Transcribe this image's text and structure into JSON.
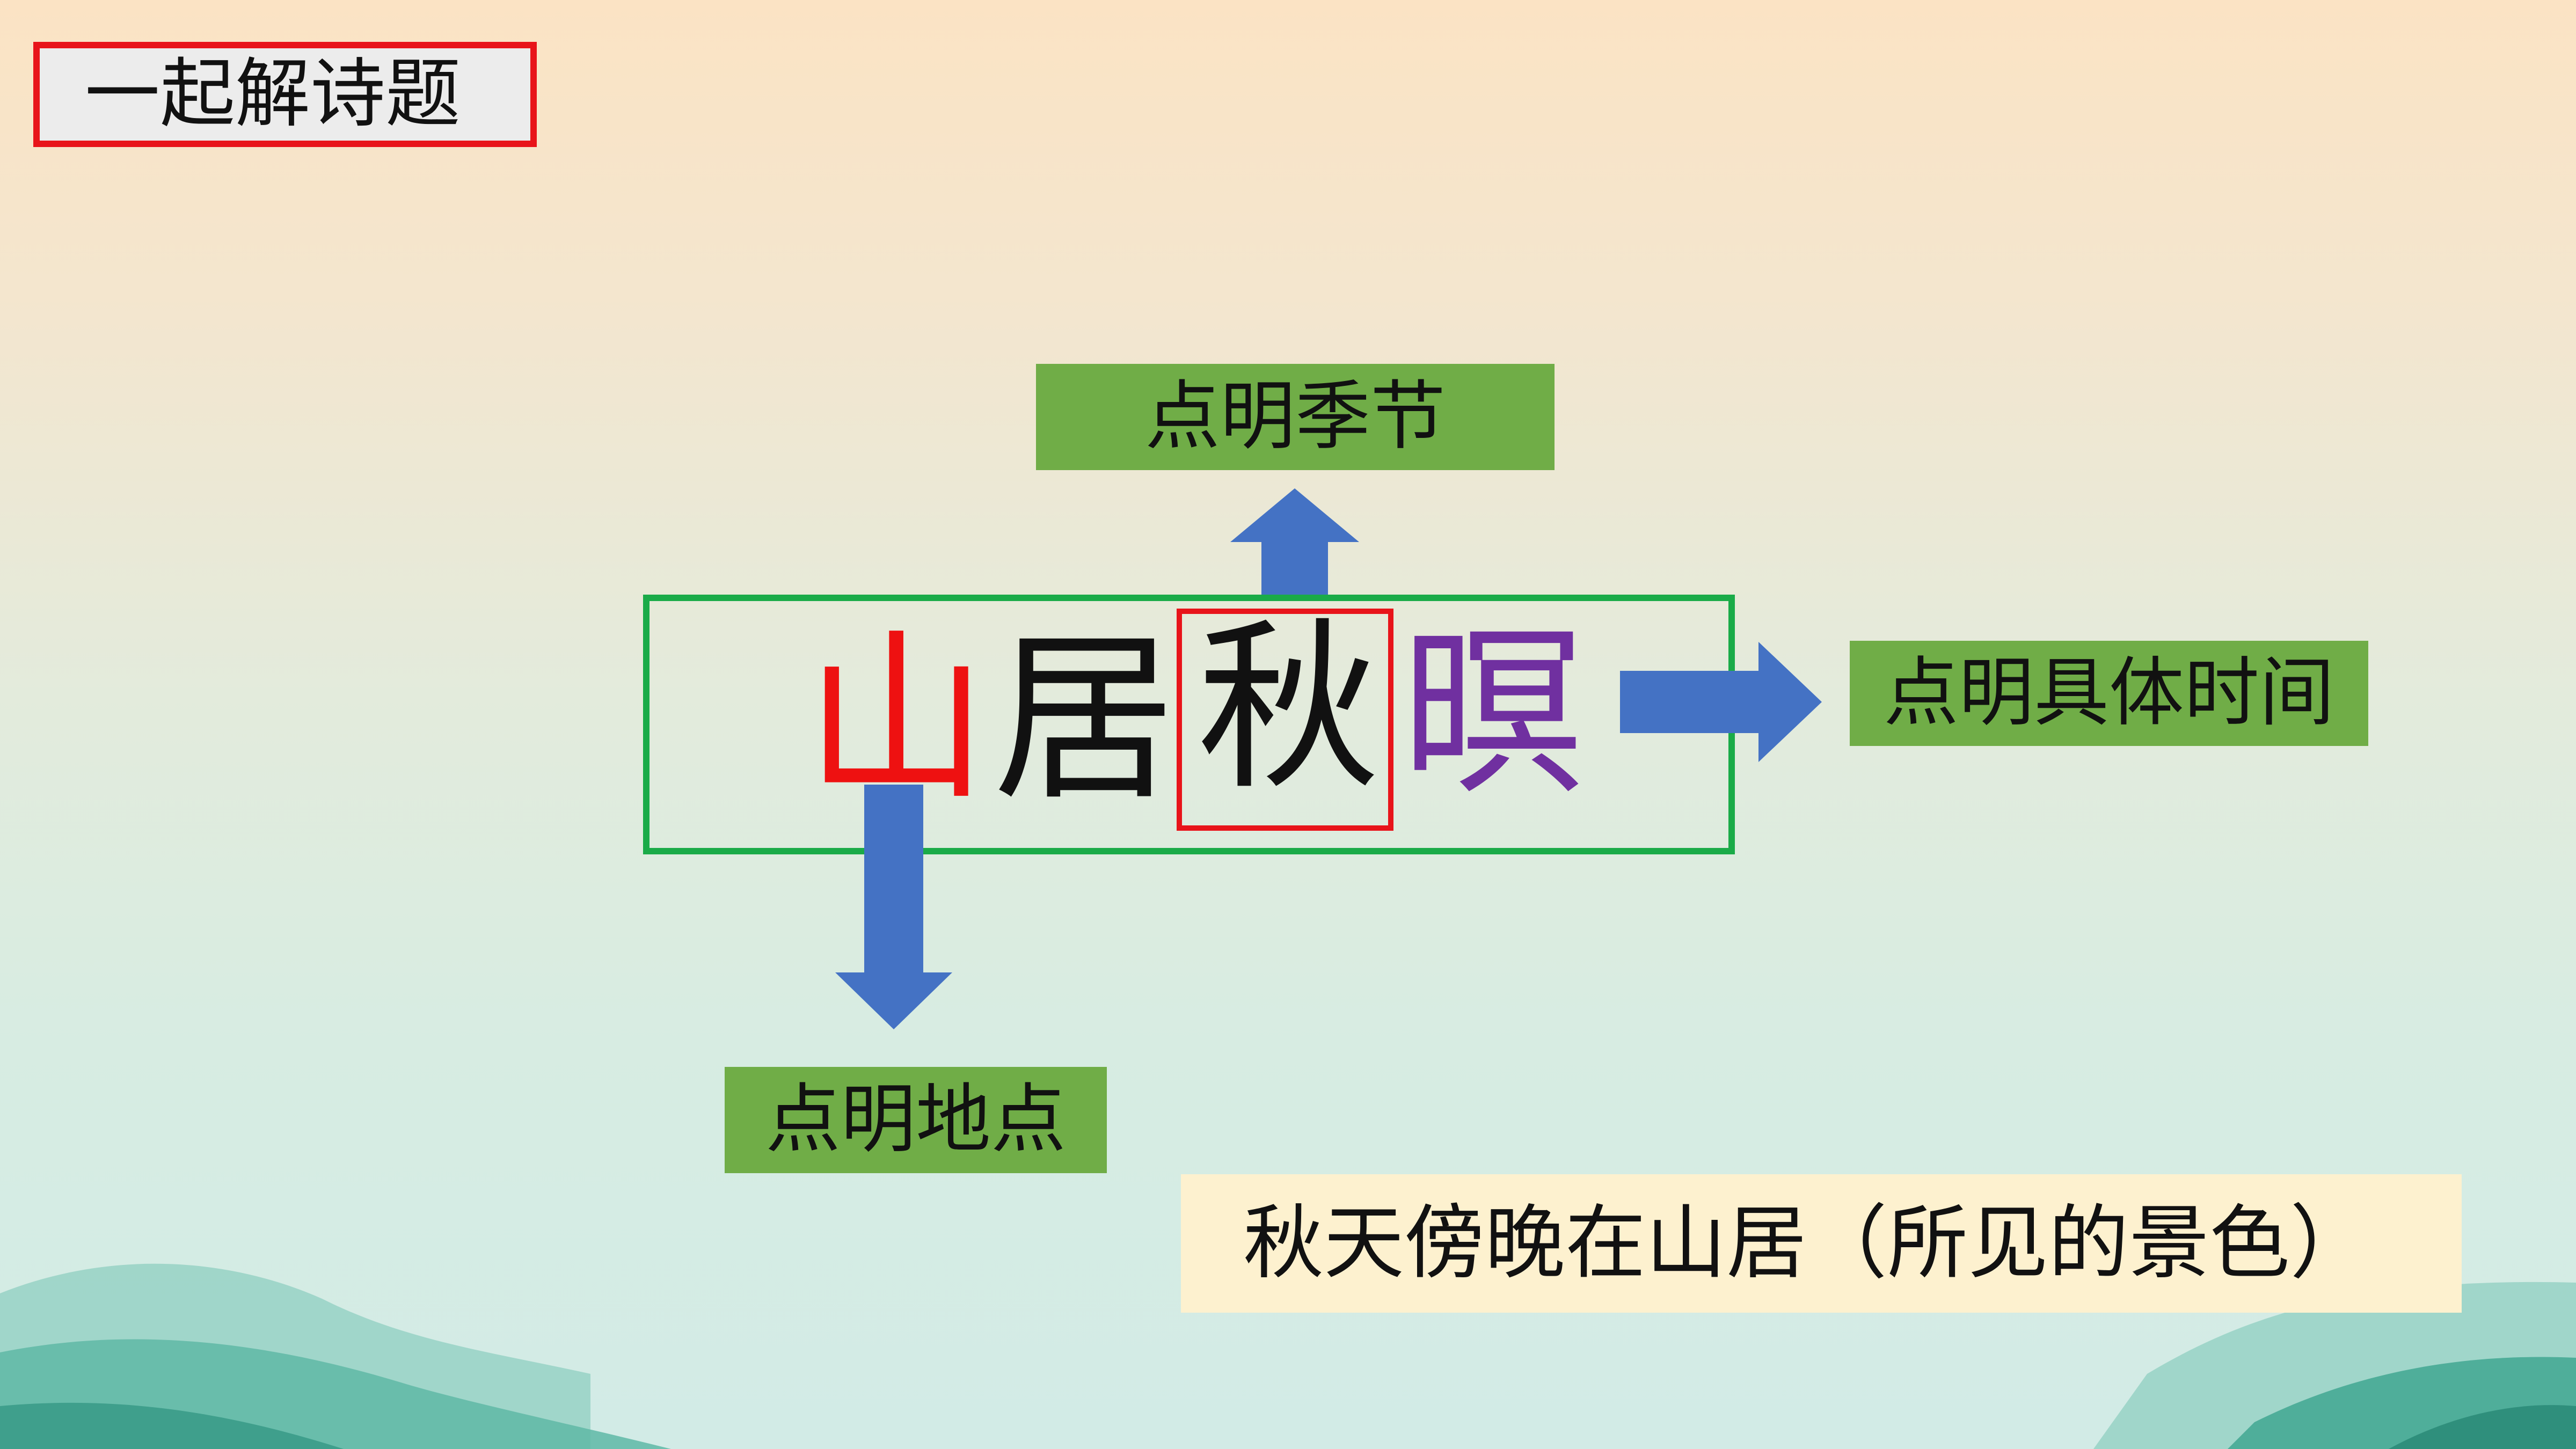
{
  "slide": {
    "title": "一起解诗题",
    "poem_title_chars": [
      "山",
      "居",
      "秋",
      "暝"
    ],
    "labels": {
      "season": "点明季节",
      "time": "点明具体时间",
      "place": "点明地点"
    },
    "meaning": "秋天傍晚在山居（所见的景色）"
  },
  "colors": {
    "shan": "#ee1111",
    "ju": "#111111",
    "qiu": "#111111",
    "ming": "#7030a0",
    "label_bg": "#70ad47",
    "arrow": "#4472c4",
    "frame_green": "#1aab48",
    "frame_red": "#e8141a"
  }
}
